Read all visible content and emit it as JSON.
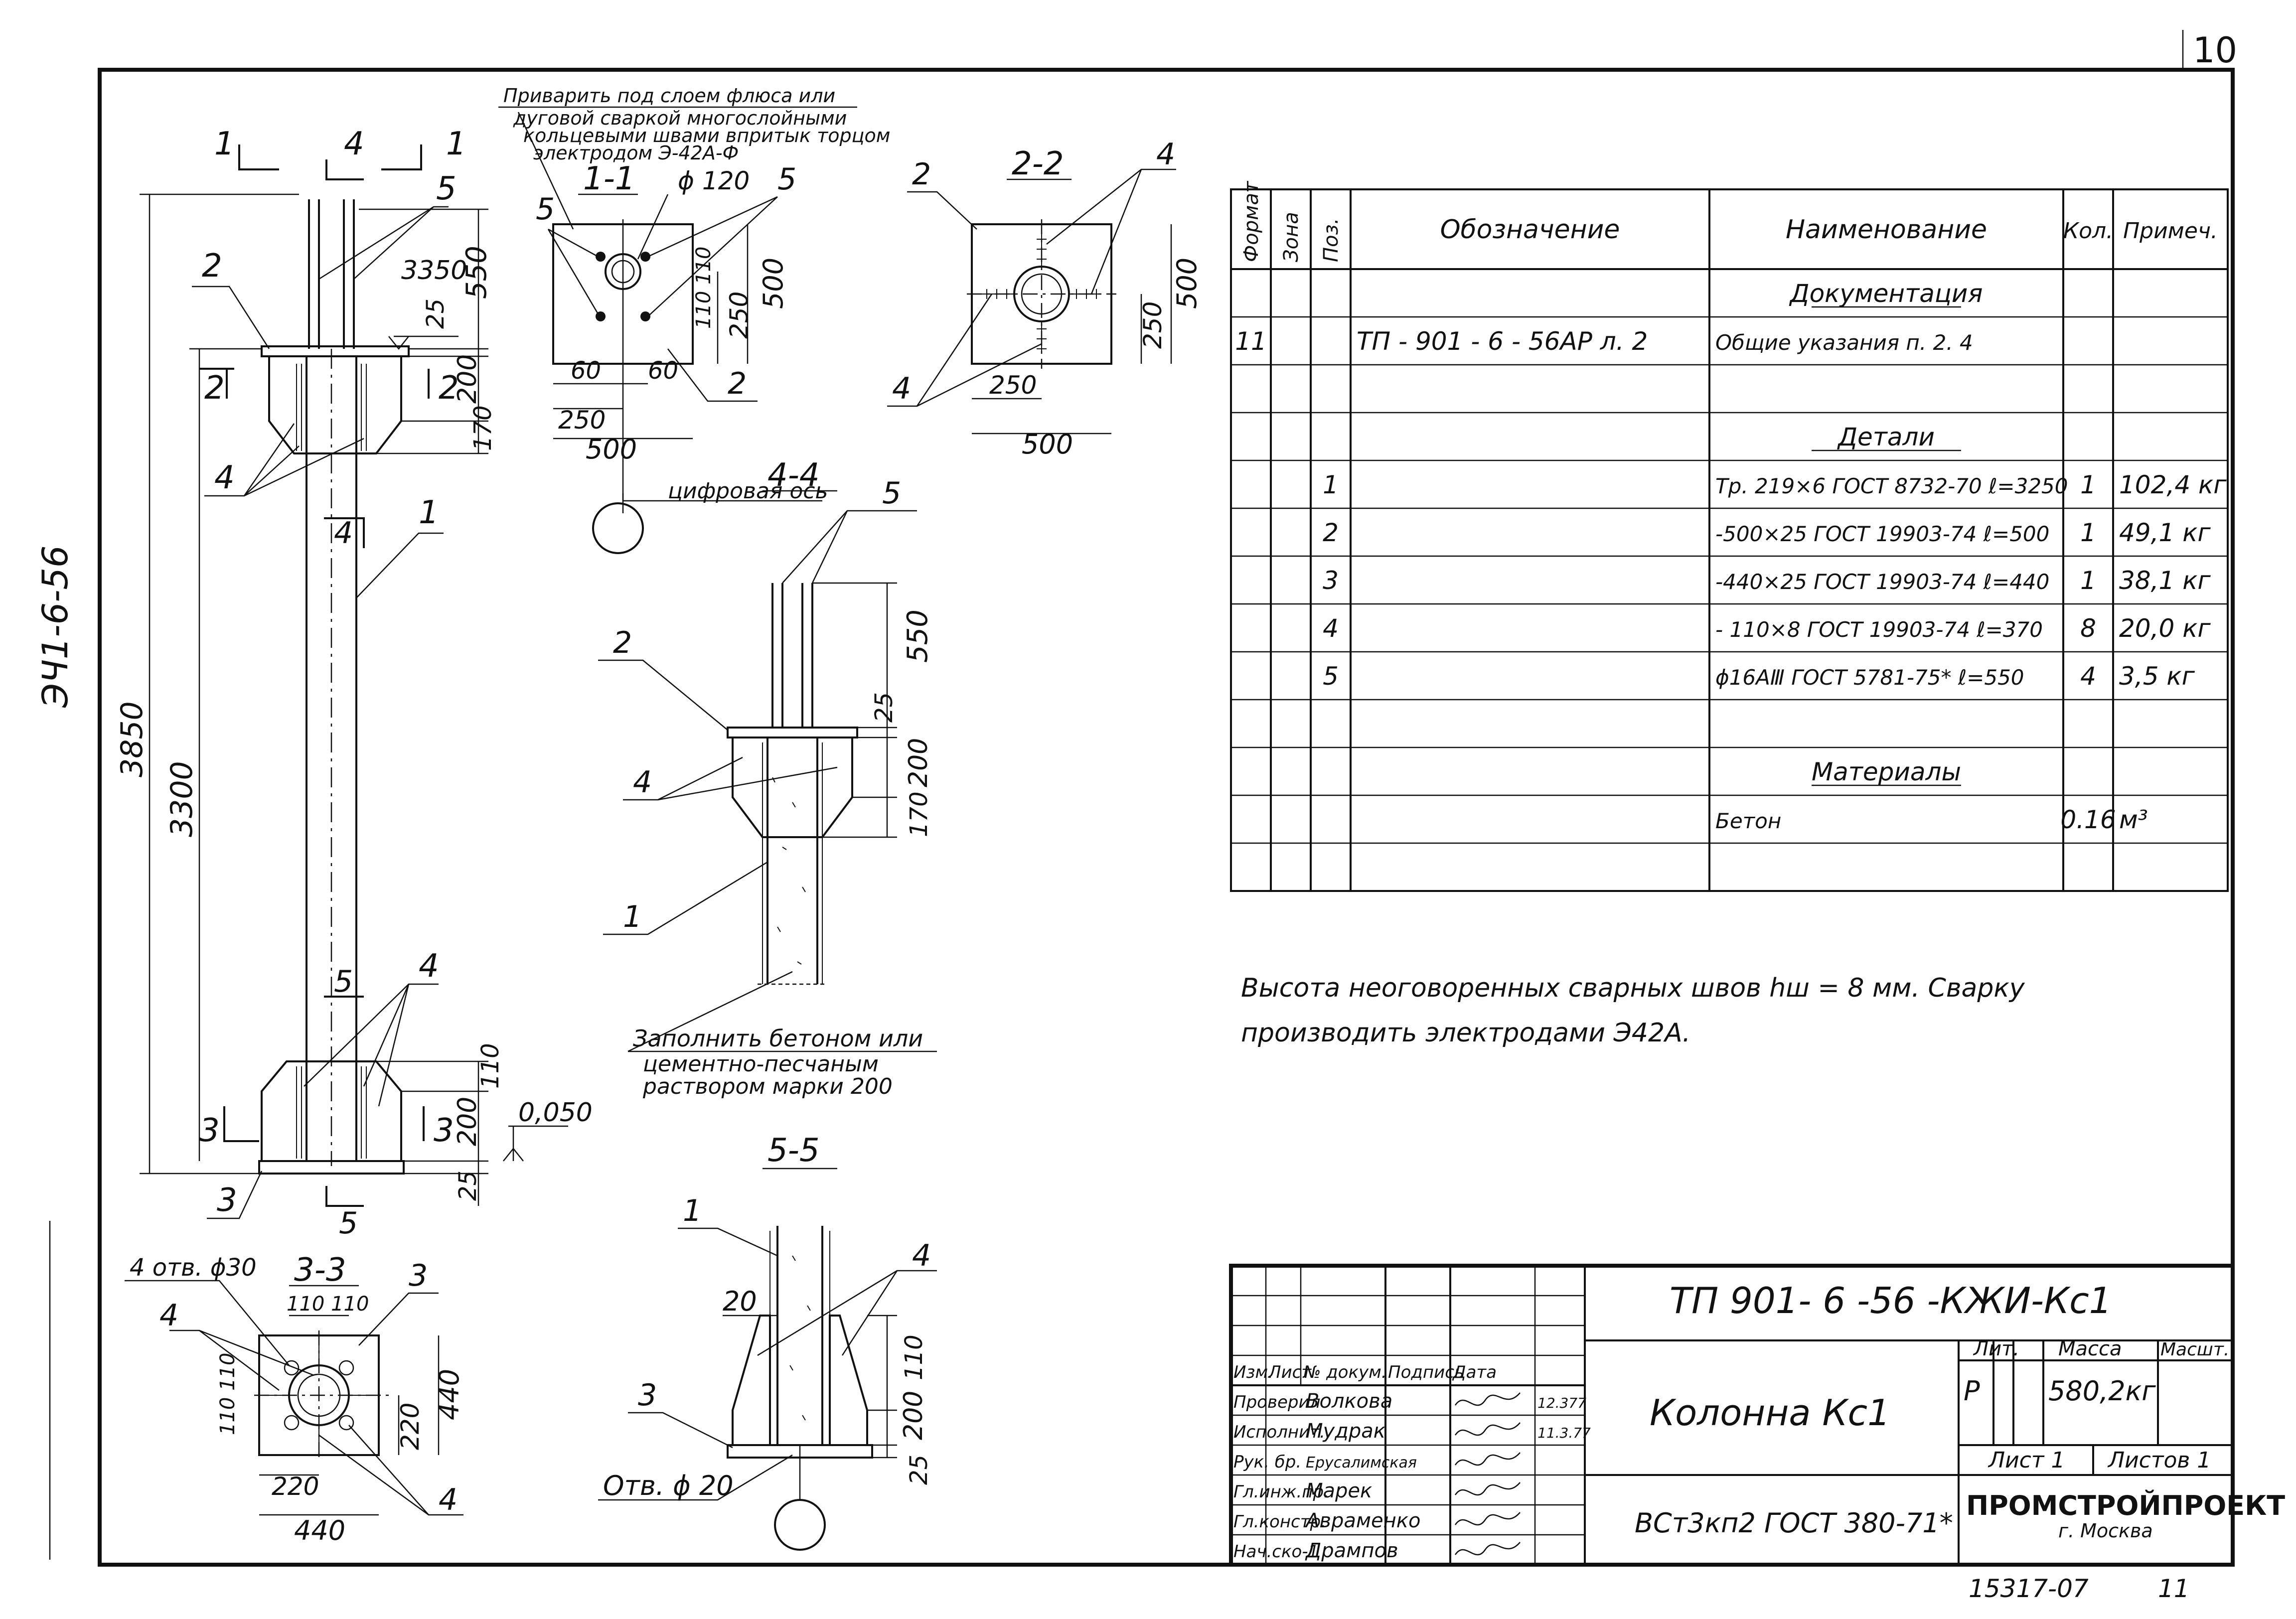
{
  "sheet": {
    "page_number": "10",
    "side_code": "ЭЧ1-6-56",
    "archive_number": "15317-07",
    "archive_sheet": "11"
  },
  "weld_note": {
    "line1": "Приварить под слоем флюса или",
    "line2": "дуговой сваркой многослойными",
    "line3": "кольцевыми швами впритык торцом",
    "line4": "электродом Э-42А-Ф"
  },
  "sections": {
    "s11": "1-1",
    "s22": "2-2",
    "s33": "3-3",
    "s44": "4-4",
    "s55": "5-5",
    "cut1": "1",
    "cut2": "2",
    "cut3": "3",
    "cut4": "4",
    "cut5": "5"
  },
  "labels": {
    "axis_note": "цифровая ось",
    "fill_line1": "Заполнить бетоном или",
    "fill_line2": "цементно-песчаным",
    "fill_line3": "раствором марки 200",
    "hole20": "Отв. ϕ 20",
    "holes30": "4 отв. ϕ30",
    "diam120": "ϕ 120",
    "elev": "0,050",
    "elev3350": "3350"
  },
  "dims": {
    "d3850": "3850",
    "d3300": "3300",
    "d550": "550",
    "d25": "25",
    "d200": "200",
    "d170": "170",
    "d110": "110",
    "d250": "250",
    "d500": "500",
    "d60": "60",
    "d20": "20",
    "d220": "220",
    "d440": "440",
    "d110_110": "110 110"
  },
  "pos": {
    "p1": "1",
    "p2": "2",
    "p3": "3",
    "p4": "4",
    "p5": "5"
  },
  "spec": {
    "headers": [
      "Формат",
      "Зона",
      "Поз.",
      "Обозначение",
      "Наименование",
      "Кол.",
      "Примеч."
    ],
    "rows": [
      {
        "fmt": "",
        "zone": "",
        "pos": "",
        "des": "",
        "name": "Документация",
        "qty": "",
        "note": "",
        "section": true
      },
      {
        "fmt": "11",
        "zone": "",
        "pos": "",
        "des": "ТП - 901 - 6 - 56АР л. 2",
        "name": "Общие указания п. 2. 4",
        "qty": "",
        "note": "",
        "section": false
      },
      {
        "fmt": "",
        "zone": "",
        "pos": "",
        "des": "",
        "name": "",
        "qty": "",
        "note": "",
        "section": false
      },
      {
        "fmt": "",
        "zone": "",
        "pos": "",
        "des": "",
        "name": "Детали",
        "qty": "",
        "note": "",
        "section": true
      },
      {
        "fmt": "",
        "zone": "",
        "pos": "1",
        "des": "",
        "name": "Тр. 219×6 ГОСТ 8732-70 ℓ=3250",
        "qty": "1",
        "note": "102,4 кг",
        "section": false
      },
      {
        "fmt": "",
        "zone": "",
        "pos": "2",
        "des": "",
        "name": "-500×25 ГОСТ 19903-74 ℓ=500",
        "qty": "1",
        "note": "49,1 кг",
        "section": false
      },
      {
        "fmt": "",
        "zone": "",
        "pos": "3",
        "des": "",
        "name": "-440×25 ГОСТ 19903-74 ℓ=440",
        "qty": "1",
        "note": "38,1 кг",
        "section": false
      },
      {
        "fmt": "",
        "zone": "",
        "pos": "4",
        "des": "",
        "name": "- 110×8 ГОСТ 19903-74 ℓ=370",
        "qty": "8",
        "note": "20,0 кг",
        "section": false
      },
      {
        "fmt": "",
        "zone": "",
        "pos": "5",
        "des": "",
        "name": "ϕ16АⅢ ГОСТ 5781-75* ℓ=550",
        "qty": "4",
        "note": "3,5 кг",
        "section": false
      },
      {
        "fmt": "",
        "zone": "",
        "pos": "",
        "des": "",
        "name": "",
        "qty": "",
        "note": "",
        "section": false
      },
      {
        "fmt": "",
        "zone": "",
        "pos": "",
        "des": "",
        "name": "Материалы",
        "qty": "",
        "note": "",
        "section": true
      },
      {
        "fmt": "",
        "zone": "",
        "pos": "",
        "des": "",
        "name": "Бетон",
        "qty": "0.16",
        "note": "м³",
        "section": false
      },
      {
        "fmt": "",
        "zone": "",
        "pos": "",
        "des": "",
        "name": "",
        "qty": "",
        "note": "",
        "section": false
      }
    ]
  },
  "note": {
    "line1": "Высота неоговоренных сварных швов hш = 8 мм. Сварку",
    "line2": "производить электродами Э42А."
  },
  "title_block": {
    "code": "ТП 901- 6 -56 -КЖИ-Кс1",
    "name": "Колонна Кс1",
    "material": "ВСт3кп2 ГОСТ 380-71*",
    "headers": [
      "Изм.",
      "Лист",
      "№ докум.",
      "Подпись",
      "Дата"
    ],
    "people": [
      {
        "role": "Проверил",
        "name": "Волкова",
        "date": "12.377"
      },
      {
        "role": "Исполнит.",
        "name": "Мудрак",
        "date": "11.3.77"
      },
      {
        "role": "Рук. бр.",
        "name": "Ерусалимская",
        "date": ""
      },
      {
        "role": "Гл.инж.пр.",
        "name": "Марек",
        "date": ""
      },
      {
        "role": "Гл.констр.",
        "name": "Авраменко",
        "date": ""
      },
      {
        "role": "Нач.ско-1",
        "name": "Дрампов",
        "date": ""
      }
    ],
    "lit_label": "Лит.",
    "mass_label": "Масса",
    "scale_label": "Масшт.",
    "lit_value": "Р",
    "mass_value": "580,2кг",
    "sheet_label": "Лист 1",
    "sheets_label": "Листов 1",
    "org": "ПРОМСТРОЙПРОЕКТ",
    "city": "г. Москва"
  }
}
